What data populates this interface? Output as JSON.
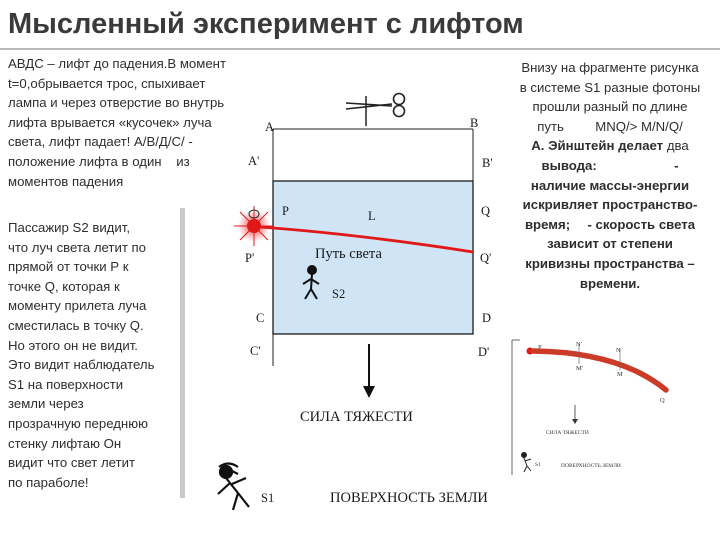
{
  "title": "Мысленный эксперимент с лифтом",
  "left_text_top": [
    "АВДС – лифт до падения.В момент",
    "t=0,обрывается трос, спыхивает",
    "лампа и через отверстие во внутрь",
    "лифта врывается «кусочек» луча",
    "света, лифт падает! А/В/Д/С/ -",
    "положение лифта в один    из",
    "моментов падения"
  ],
  "left_text_bottom": [
    "Пассажир S2 видит,",
    "что луч света летит по",
    "прямой от точки Р к",
    "точке Q, которая к",
    "моменту прилета луча",
    "сместилась в точку Q.",
    "Но этого он не видит.",
    "Это видит наблюдатель",
    "S1 на поверхности",
    "земли через",
    "прозрачную переднюю",
    "стенку лифтаю Он",
    "видит что свет летит",
    "по параболе!"
  ],
  "right_text": {
    "line1": "Внизу на фрагменте рисунка",
    "line2": "в системе S1 разные фотоны",
    "line3": "прошли разный по длине",
    "line4_a": "путь",
    "line4_b": "MNQ/> M/N/Q/",
    "line5_a": "А. Эйнштейн делает",
    "line5_b": "два",
    "line6_a": "вывода:",
    "line6_b": "-",
    "line7": "наличие массы-энергии",
    "line8": "искривляет пространство-",
    "line9_a": "время;",
    "line9_b": "- скорость света",
    "line10": "зависит от степени",
    "line11": "кривизны пространства –",
    "line12": "времени."
  },
  "diagram": {
    "label_A": "A",
    "label_B": "B",
    "label_A_prime": "A'",
    "label_B_prime": "B'",
    "label_P": "P",
    "label_P_prime": "P'",
    "label_L": "L",
    "label_Q": "Q",
    "label_Q_prime": "Q'",
    "label_C": "C",
    "label_D": "D",
    "label_C_prime": "C'",
    "label_D_prime": "D'",
    "label_S2": "S2",
    "label_S1": "S1",
    "light_path": "Путь света",
    "gravity": "СИЛА ТЯЖЕСТИ",
    "ground": "ПОВЕРХНОСТЬ ЗЕМЛИ"
  },
  "fragment": {
    "label_P": "P",
    "label_N_prime": "N'",
    "label_N": "N",
    "label_M_prime": "M'",
    "label_M": "M",
    "label_Q": "Q",
    "gravity": "СИЛА ТЯЖЕСТИ",
    "ground": "ПОВЕРХНОСТЬ ЗЕМЛИ",
    "label_S1": "S1"
  },
  "colors": {
    "elevator_fill": "#cfe5f5",
    "light_beam": "#e01818",
    "lamp": "#e01818",
    "fragment_arc": "#cc3a28"
  }
}
